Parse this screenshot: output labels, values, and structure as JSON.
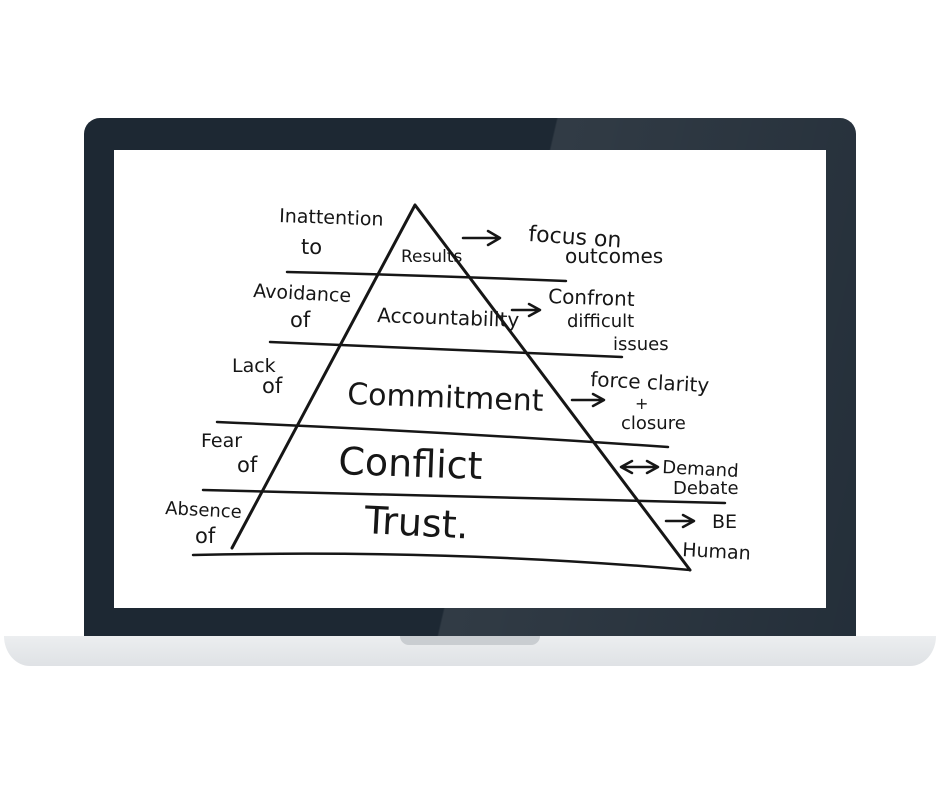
{
  "diagram": {
    "levels": [
      {
        "dysfunction_prefix": "Inattention to",
        "name": "Results",
        "action": "focus on outcomes"
      },
      {
        "dysfunction_prefix": "Avoidance of",
        "name": "Accountability",
        "action": "Confront difficult issues"
      },
      {
        "dysfunction_prefix": "Lack of",
        "name": "Commitment",
        "action": "force clarity + closure"
      },
      {
        "dysfunction_prefix": "Fear of",
        "name": "Conflict",
        "action": "Demand Debate"
      },
      {
        "dysfunction_prefix": "Absence of",
        "name": "Trust.",
        "action": "BE Human"
      }
    ]
  },
  "labels": {
    "l0_prefix_a": "Inattention",
    "l0_prefix_b": "to",
    "l0_name": "Results",
    "l0_action_a": "focus on",
    "l0_action_b": "outcomes",
    "l1_prefix_a": "Avoidance",
    "l1_prefix_b": "of",
    "l1_name": "Accountability",
    "l1_action_a": "Confront",
    "l1_action_b": "difficult",
    "l1_action_c": "issues",
    "l2_prefix_a": "Lack",
    "l2_prefix_b": "of",
    "l2_name": "Commitment",
    "l2_action_a": "force clarity",
    "l2_action_b": "+",
    "l2_action_c": "closure",
    "l3_prefix_a": "Fear",
    "l3_prefix_b": "of",
    "l3_name": "Conflict",
    "l3_action_a": "Demand",
    "l3_action_b": "Debate",
    "l4_prefix_a": "Absence",
    "l4_prefix_b": "of",
    "l4_name": "Trust.",
    "l4_action_a": "BE",
    "l4_action_b": "Human"
  },
  "colors": {
    "laptop_frame": "#1d2833",
    "laptop_base": "#e4e7ea",
    "screen": "#ffffff",
    "ink": "#161616"
  }
}
